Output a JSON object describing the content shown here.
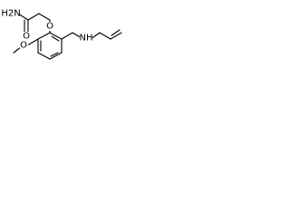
{
  "molecule": {
    "atom_labels": {
      "amide_nh2": "H2N",
      "carbonyl_oxygen": "O",
      "ether_oxygen": "O",
      "methoxy_oxygen": "O",
      "amine_nh": "NH"
    },
    "colors": {
      "bond": "#000000",
      "text": "#000000",
      "background": "#ffffff"
    }
  }
}
